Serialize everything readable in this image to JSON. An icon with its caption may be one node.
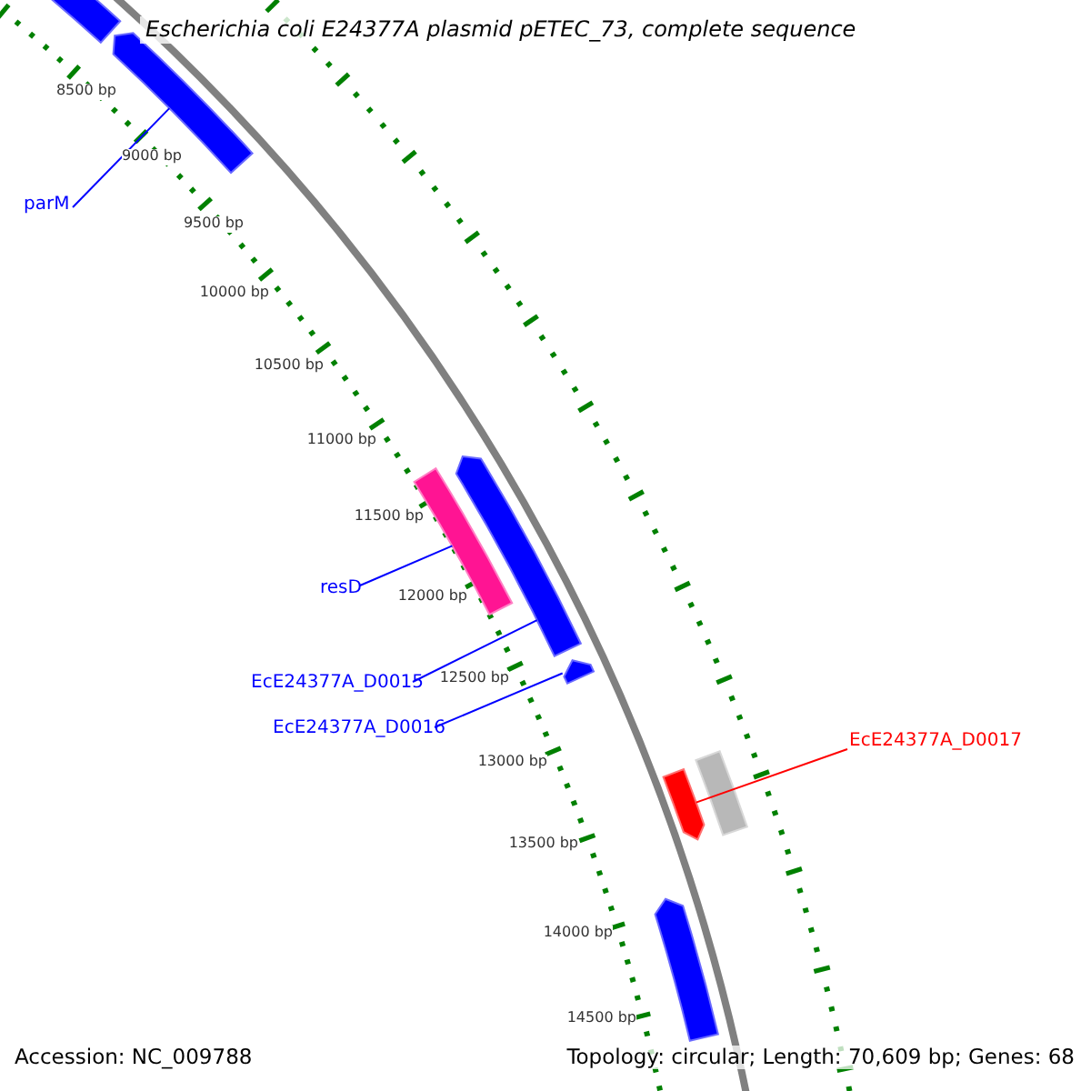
{
  "diagram": {
    "title": "Escherichia coli E24377A plasmid pETEC_73, complete sequence",
    "nodes": [
      {
        "text": [
          "parM"
        ]
      },
      {
        "text": [],
        "shape": "bar"
      },
      {
        "text": [
          "resD"
        ]
      },
      {
        "text": [],
        "shape": "bar"
      },
      {
        "text": [
          "EcE24377A_D0015"
        ]
      },
      {
        "text": [],
        "shape": "bar"
      },
      {
        "text": [
          "EcE24377A_D0016"
        ]
      },
      {
        "text": [],
        "shape": "bar"
      },
      {
        "text": [
          "EcE24377A_D0017"
        ]
      },
      {
        "text": [],
        "shape": "bar"
      },
      {
        "text": [],
        "shape": "bar"
      },
      {
        "text": [],
        "shape": "bar"
      },
      {
        "text": [],
        "shape": "bar"
      }
    ],
    "edges": [
      {
        "from": 0,
        "to": 1,
        "arrow": "none"
      },
      {
        "from": 2,
        "to": 3,
        "arrow": "none"
      },
      {
        "from": 4,
        "to": 5,
        "arrow": "none"
      },
      {
        "from": 6,
        "to": 7,
        "arrow": "none"
      },
      {
        "from": 8,
        "to": 9,
        "arrow": "none",
        "color": "#ff0000"
      }
    ],
    "labels": [
      "8500 bp",
      "9000 bp",
      "9500 bp",
      "10000 bp",
      "10500 bp",
      "11000 bp",
      "11500 bp",
      "12000 bp",
      "12500 bp",
      "13000 bp",
      "13500 bp",
      "14000 bp",
      "14500 bp",
      "Accession: NC_009788",
      "Topology: circular; Length: 70,609 bp; Genes: 68"
    ]
  }
}
